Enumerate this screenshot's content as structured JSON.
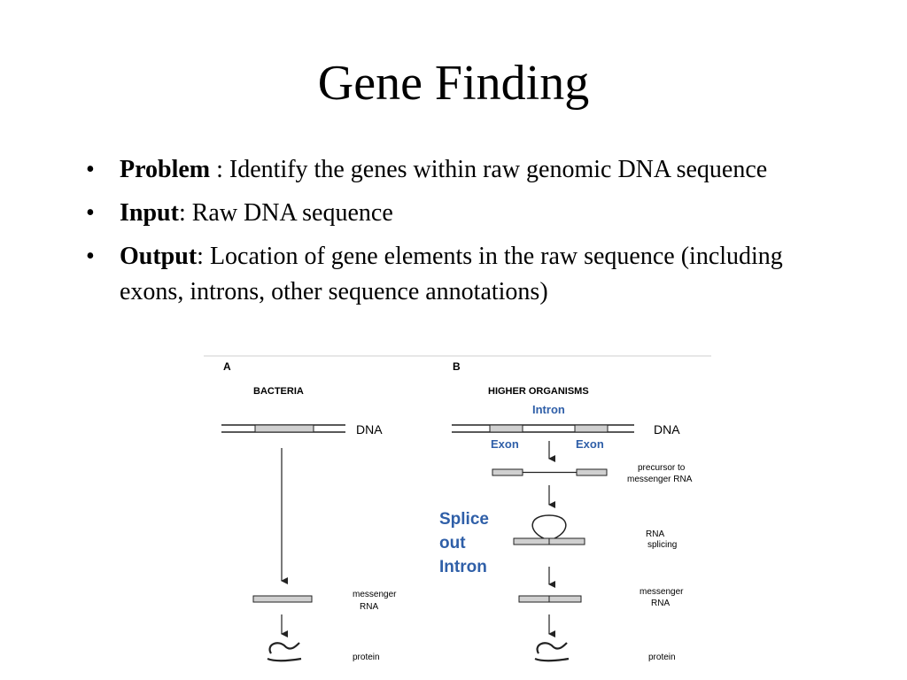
{
  "slide": {
    "title": "Gene Finding",
    "bullets": [
      {
        "term": "Problem",
        "separator": " : ",
        "text": "Identify the genes within raw genomic DNA sequence"
      },
      {
        "term": "Input",
        "separator": ": ",
        "text": "Raw DNA sequence"
      },
      {
        "term": "Output",
        "separator": ": ",
        "text": "Location of gene elements in the raw sequence (including exons, introns, other sequence annotations)"
      }
    ],
    "bullet_symbol": "•"
  },
  "figure": {
    "panel_a": {
      "letter": "A",
      "heading": "BACTERIA",
      "dna_label": "DNA",
      "mrna_label_line1": "messenger",
      "mrna_label_line2": "RNA",
      "protein_label": "protein"
    },
    "panel_b": {
      "letter": "B",
      "heading": "HIGHER ORGANISMS",
      "intron_label": "Intron",
      "exon_left_label": "Exon",
      "exon_right_label": "Exon",
      "dna_label": "DNA",
      "precursor_line1": "precursor to",
      "precursor_line2": "messenger RNA",
      "splice_line1": "Splice",
      "splice_line2": "out",
      "splice_line3": "Intron",
      "splicing_line1": "RNA",
      "splicing_line2": "splicing",
      "mrna_line1": "messenger",
      "mrna_line2": "RNA",
      "protein_label": "protein"
    },
    "colors": {
      "accent_blue": "#2f5fa8",
      "line": "#222222",
      "bar_fill": "#d0d0d0"
    }
  }
}
